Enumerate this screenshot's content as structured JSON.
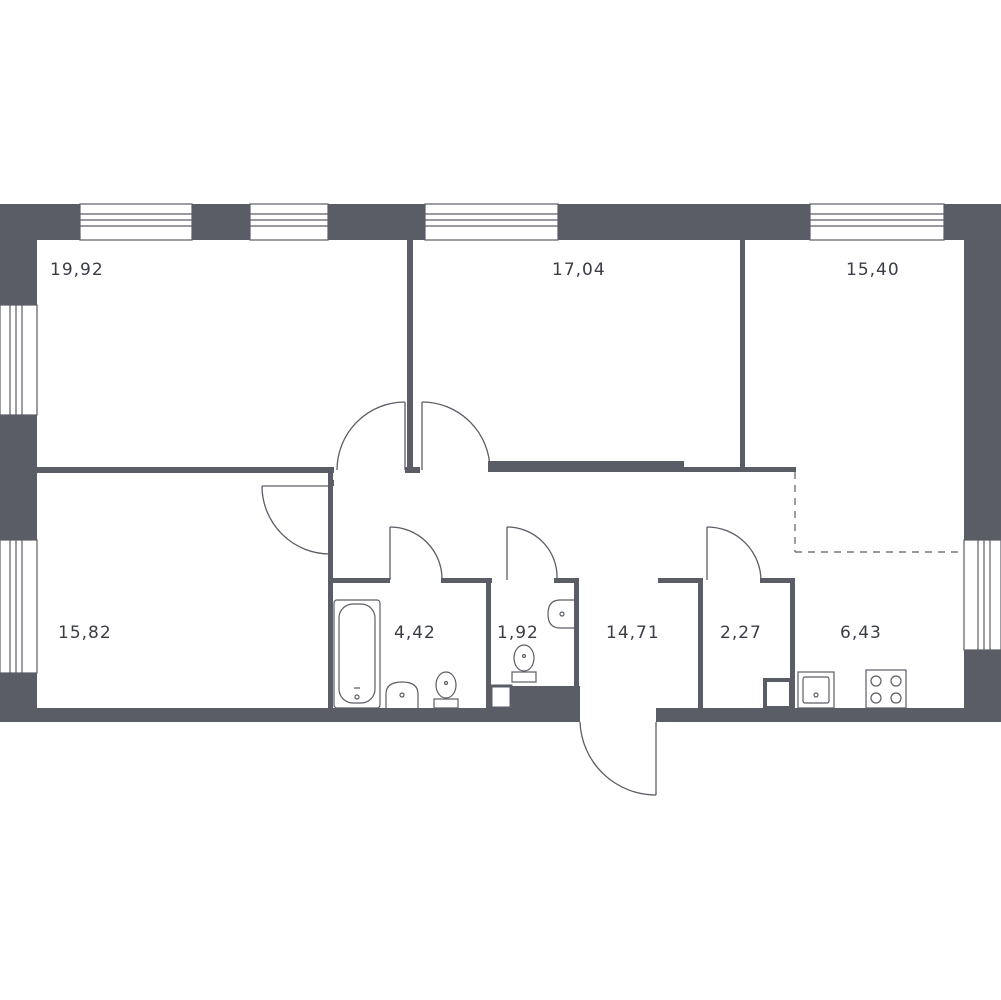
{
  "colors": {
    "wall": "#5a5d66",
    "line": "#5a5d66",
    "background": "#ffffff",
    "text": "#3a3d45"
  },
  "rooms": [
    {
      "id": "bedroom-top-left",
      "area": "19,92"
    },
    {
      "id": "bedroom-top-center",
      "area": "17,04"
    },
    {
      "id": "bedroom-top-right",
      "area": "15,40"
    },
    {
      "id": "bedroom-bottom-left",
      "area": "15,82"
    },
    {
      "id": "bathroom",
      "area": "4,42"
    },
    {
      "id": "toilet",
      "area": "1,92"
    },
    {
      "id": "hallway",
      "area": "14,71"
    },
    {
      "id": "storage",
      "area": "2,27"
    },
    {
      "id": "kitchen",
      "area": "6,43"
    }
  ]
}
